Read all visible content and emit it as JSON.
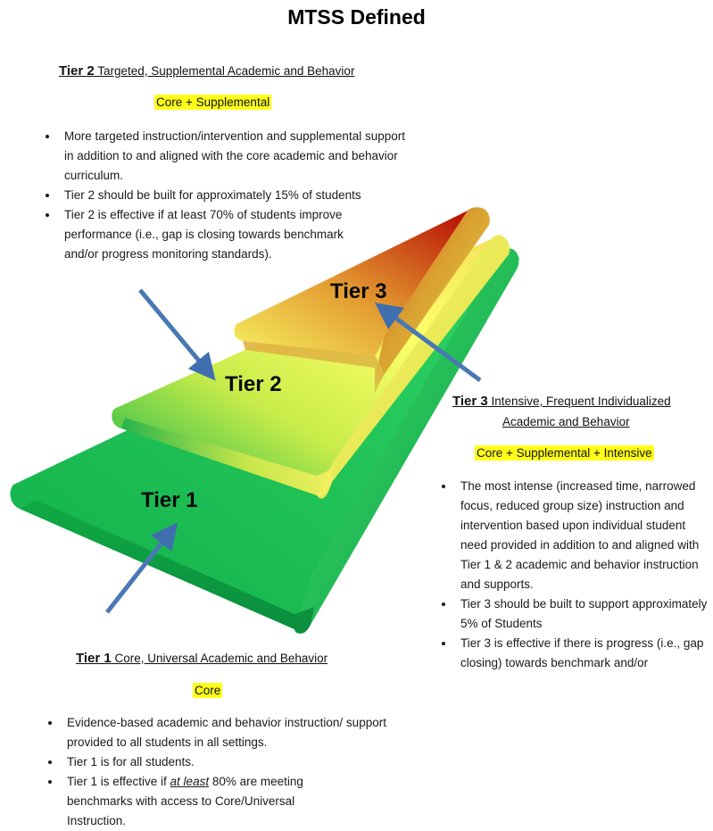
{
  "title": "MTSS Defined",
  "tier2": {
    "heading_bold": "Tier 2",
    "heading_rest": " Targeted, Supplemental Academic and Behavior",
    "tag": "Core + Supplemental",
    "bullets": [
      "More targeted instruction/intervention and supplemental support in addition to and aligned with the core academic and behavior curriculum.",
      "Tier 2 should be built for approximately 15% of students",
      "Tier 2 is effective if at least 70% of students improve performance (i.e., gap is closing towards benchmark and/or progress monitoring standards)."
    ]
  },
  "tier3": {
    "heading_bold": "Tier 3",
    "heading_rest": " Intensive, Frequent Individualized",
    "heading_line2": "Academic and Behavior",
    "tag": "Core + Supplemental + Intensive",
    "bullets": [
      "The most intense (increased time, narrowed focus, reduced group size) instruction and intervention based upon individual student need provided in addition to and aligned with Tier 1 & 2 academic and behavior instruction and supports.",
      "Tier 3 should be built to support approximately 5% of Students",
      "Tier 3 is effective if there is progress (i.e., gap closing) towards benchmark and/or"
    ]
  },
  "tier1": {
    "heading_bold": "Tier 1",
    "heading_rest": " Core, Universal Academic and Behavior",
    "tag": "Core",
    "bullets": [
      "Evidence-based academic and behavior instruction/ support provided to all students in all settings.",
      "Tier 1 is for all students."
    ],
    "bullet3_pre": "Tier 1 is effective if ",
    "bullet3_em": "at least",
    "bullet3_post": " 80% are meeting benchmarks with access to Core/Universal Instruction."
  },
  "diagram": {
    "label_tier1": "Tier 1",
    "label_tier2": "Tier 2",
    "label_tier3": "Tier 3",
    "colors": {
      "green": "#1db954",
      "yellow": "#ffff66",
      "red": "#b30000",
      "arrow": "#4a78b5",
      "tag_highlight": "#ffff1a"
    }
  }
}
